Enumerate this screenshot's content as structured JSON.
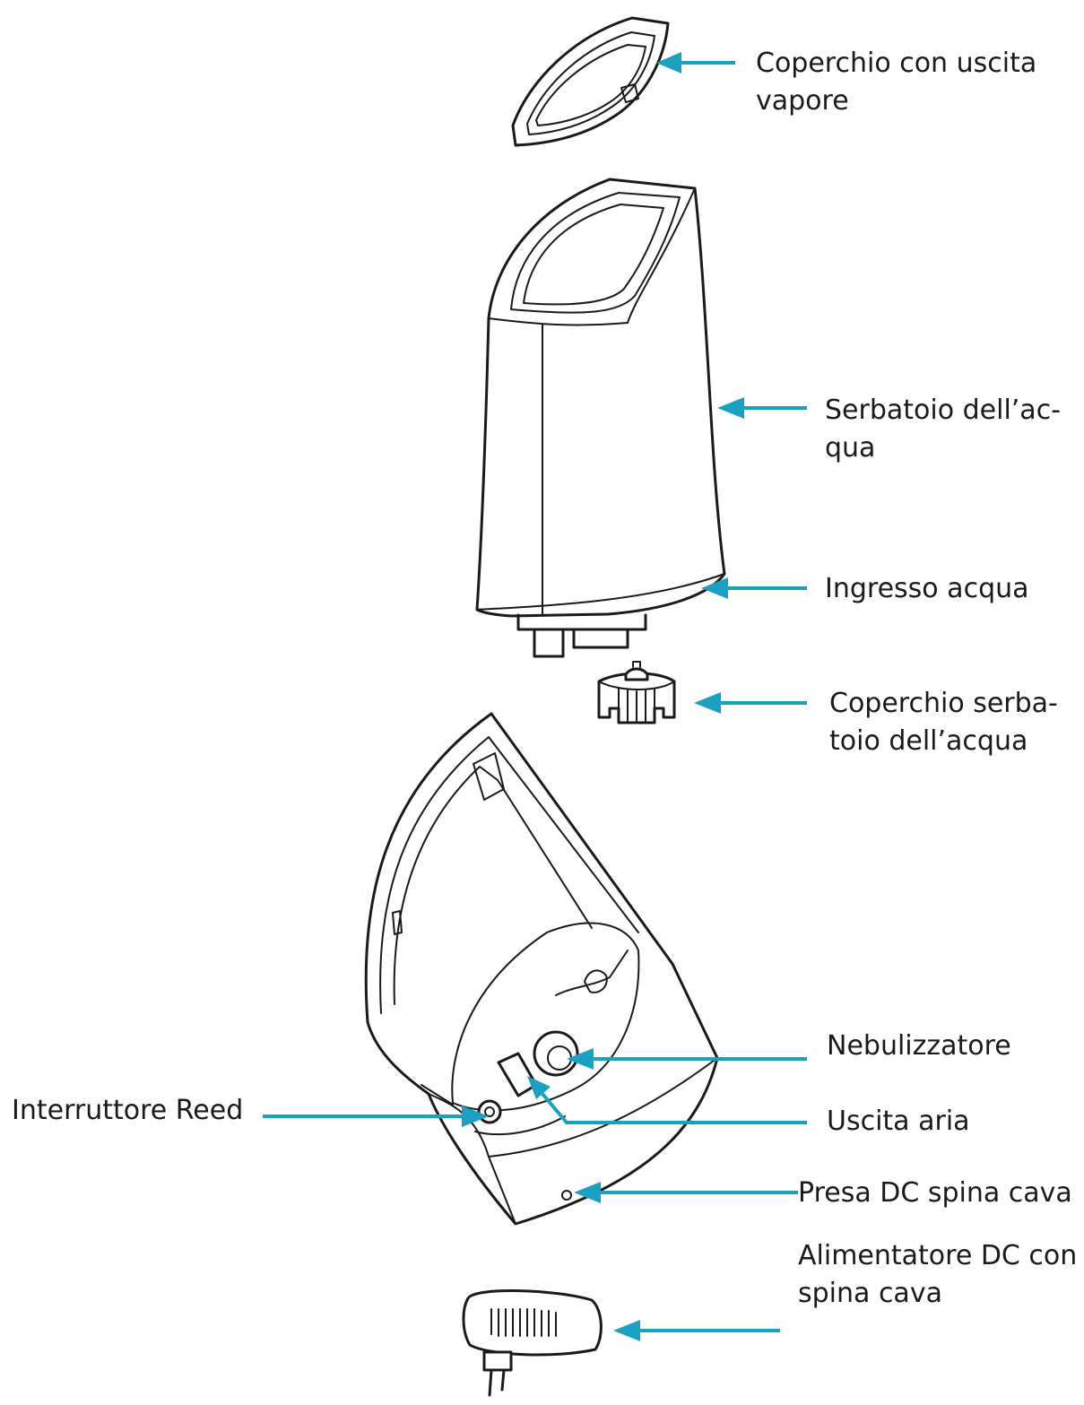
{
  "accent_color": "#1aa0c0",
  "labels": {
    "lid": [
      "Coperchio con uscita",
      "vapore"
    ],
    "tank": [
      "Serbatoio dell’ac-",
      "qua"
    ],
    "inlet": [
      "Ingresso acqua"
    ],
    "tank_cap": [
      "Coperchio serba-",
      "toio dell’acqua"
    ],
    "nebulizer": [
      "Nebulizzatore"
    ],
    "reed_switch": [
      "Interruttore Reed"
    ],
    "air_outlet": [
      "Uscita aria"
    ],
    "dc_socket": [
      "Presa DC spina cava"
    ],
    "power_supply": [
      "Alimentatore DC con",
      "spina cava"
    ]
  }
}
